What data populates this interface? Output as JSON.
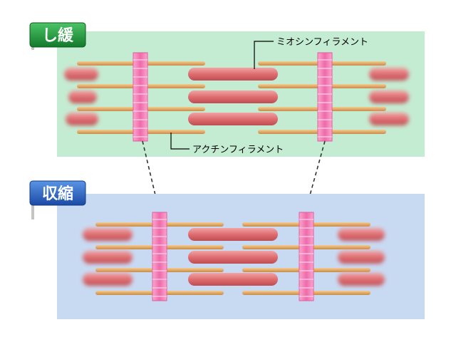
{
  "labels": {
    "relaxed": "し緩",
    "contracted": "収縮",
    "myosin": "ミオシンフィラメント",
    "actin": "アクチンフィラメント"
  },
  "colors": {
    "relaxed_panel": "#c4ecd2",
    "contracted_panel": "#c8daf2",
    "relaxed_tag": "#1f9a3c",
    "contracted_tag": "#1f5fc0",
    "actin": "#e0a860",
    "myosin": "#de6e72",
    "z_disc": "#f47fb8"
  }
}
